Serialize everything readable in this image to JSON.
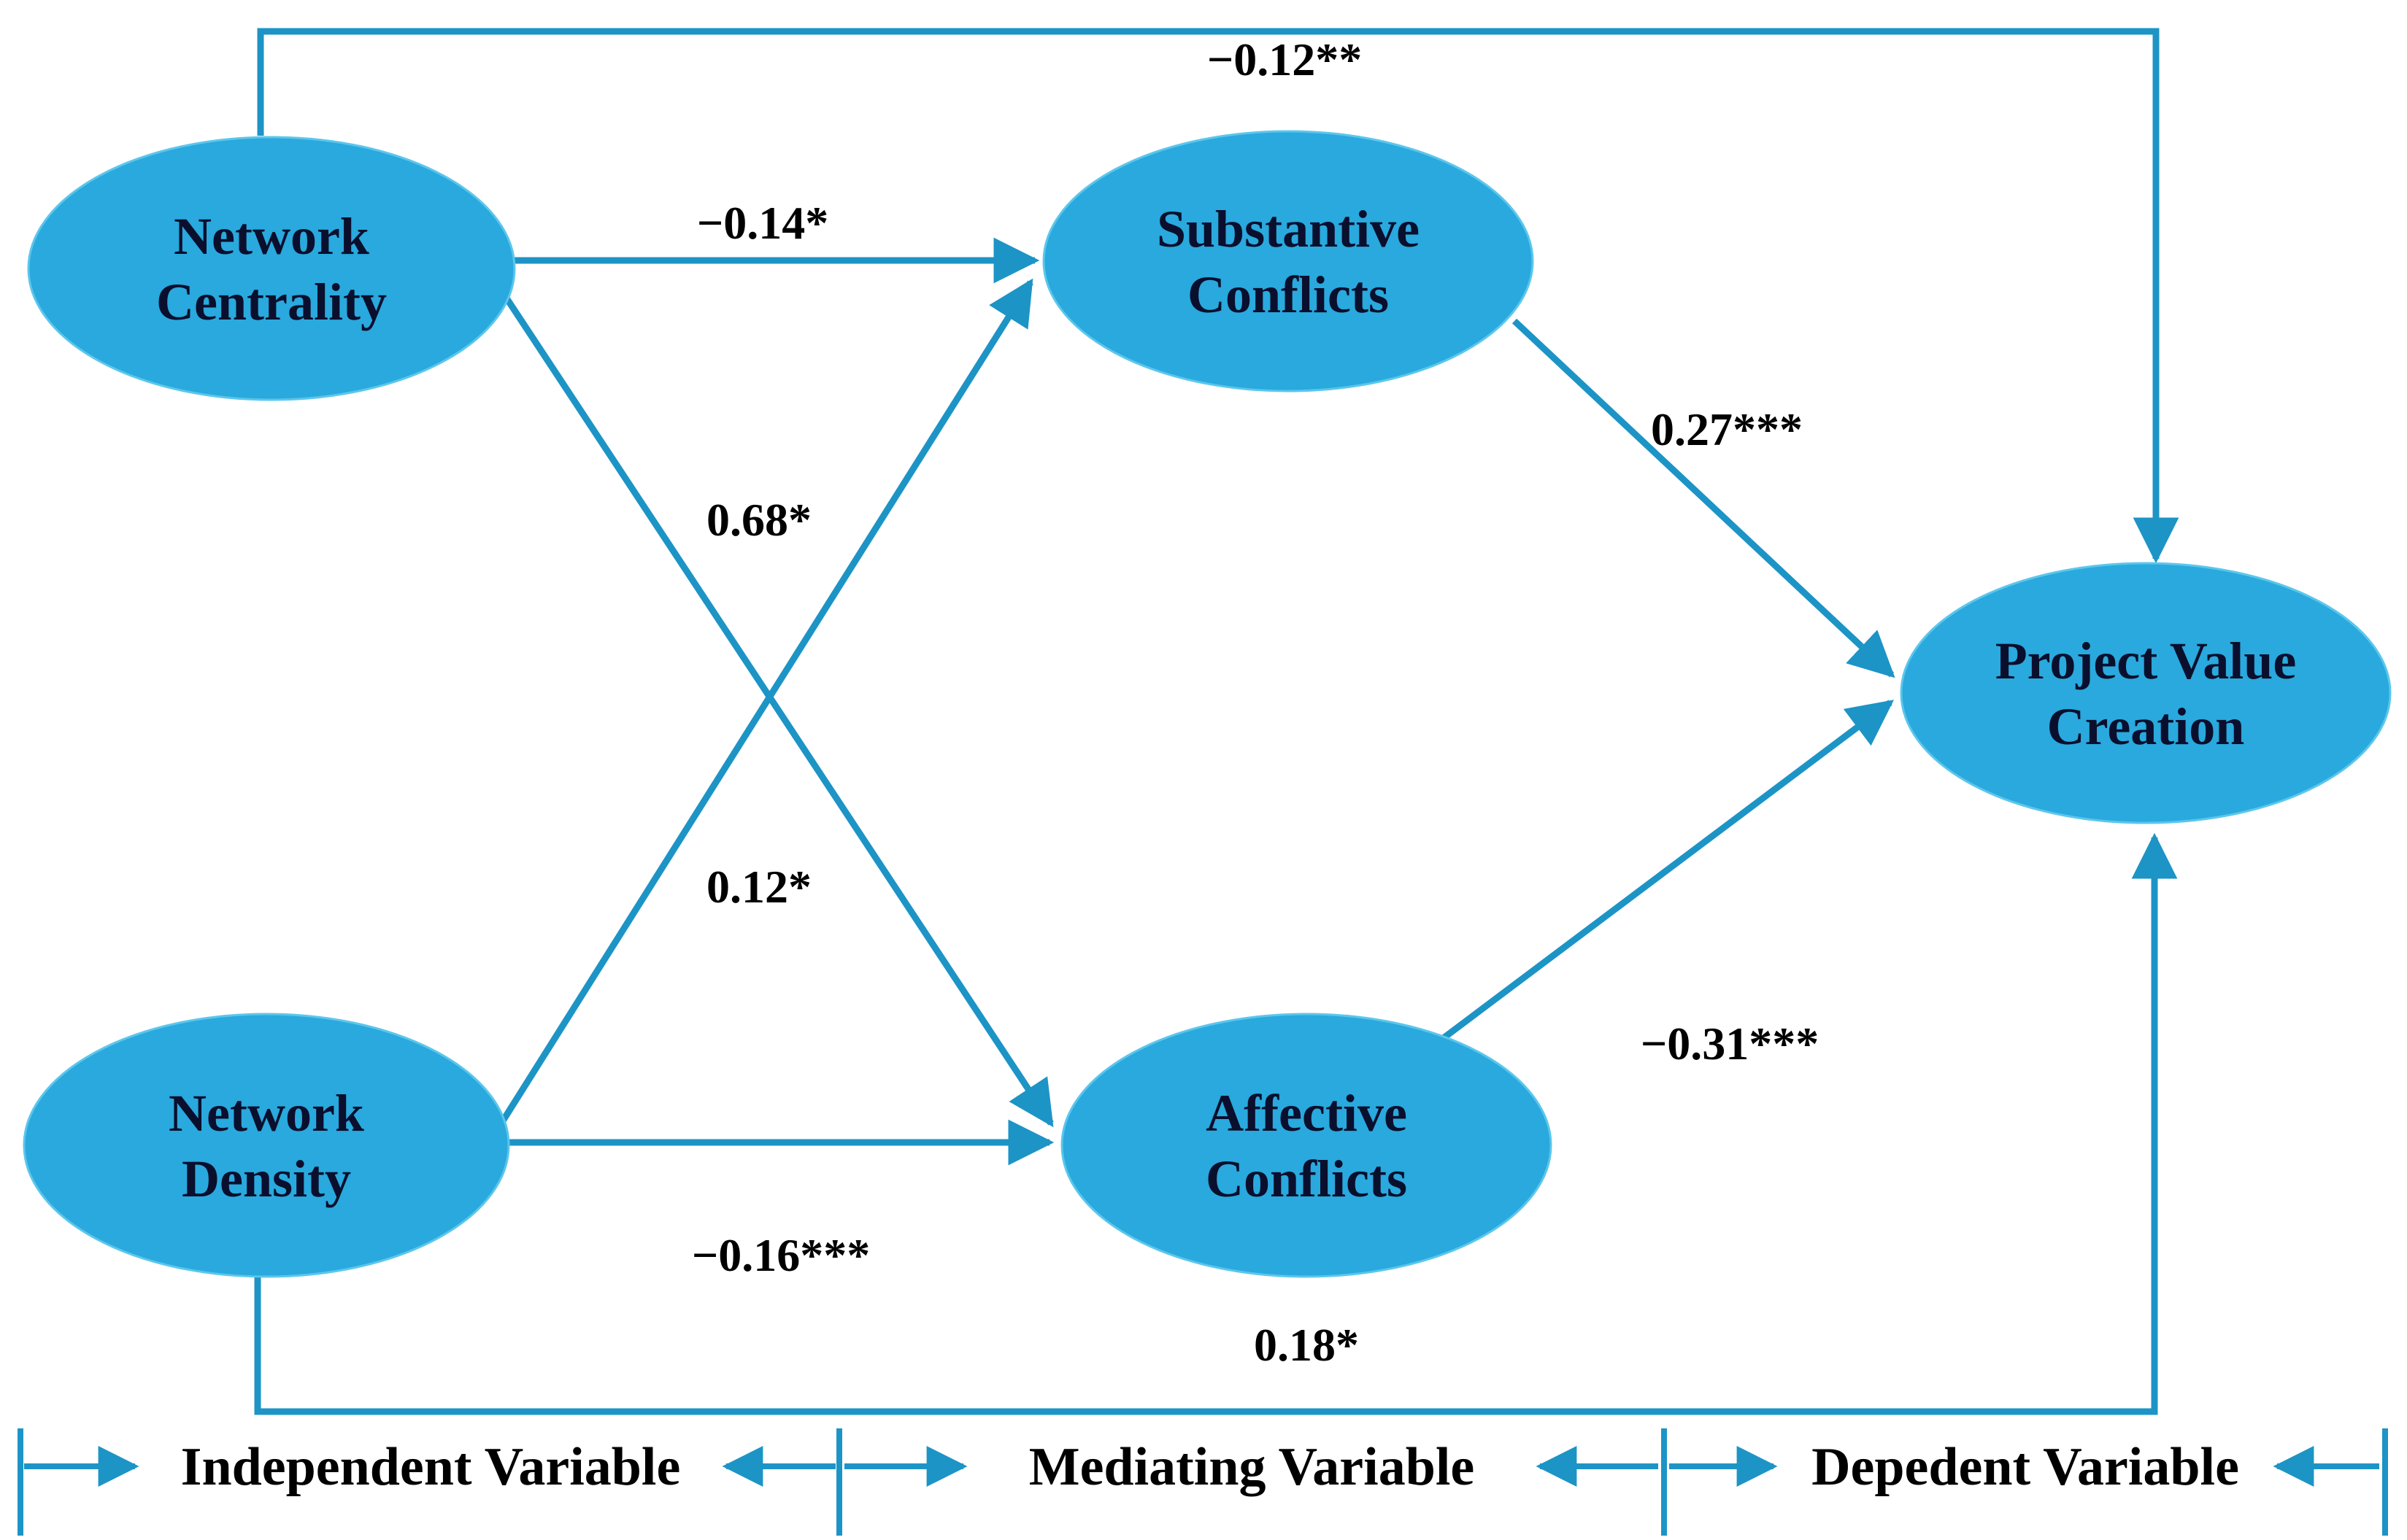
{
  "diagram": {
    "nodes": {
      "network_centrality": {
        "line1": "Network",
        "line2": "Centrality"
      },
      "network_density": {
        "line1": "Network",
        "line2": "Density"
      },
      "substantive_conflicts": {
        "line1": "Substantive",
        "line2": "Conflicts"
      },
      "affective_conflicts": {
        "line1": "Affective",
        "line2": "Conflicts"
      },
      "project_value_creation": {
        "line1": "Project Value",
        "line2": "Creation"
      }
    },
    "coefficients": {
      "nc_to_pvc": "−0.12**",
      "nc_to_sc": "−0.14*",
      "nc_to_ac": "0.68*",
      "nd_to_sc": "0.12*",
      "nd_to_ac": "−0.16***",
      "sc_to_pvc": "0.27***",
      "ac_to_pvc": "−0.31***",
      "nd_to_pvc": "0.18*"
    },
    "legend": {
      "independent": "Independent Variable",
      "mediating": "Mediating Variable",
      "dependent": "Depedent Variable"
    },
    "colors": {
      "shape_fill": "#29a9dd",
      "shape_rim": "#5cc6ec",
      "line": "#1d94c6",
      "node_text": "#0a0f2d",
      "label_text": "#000000",
      "background": "#ffffff"
    }
  }
}
